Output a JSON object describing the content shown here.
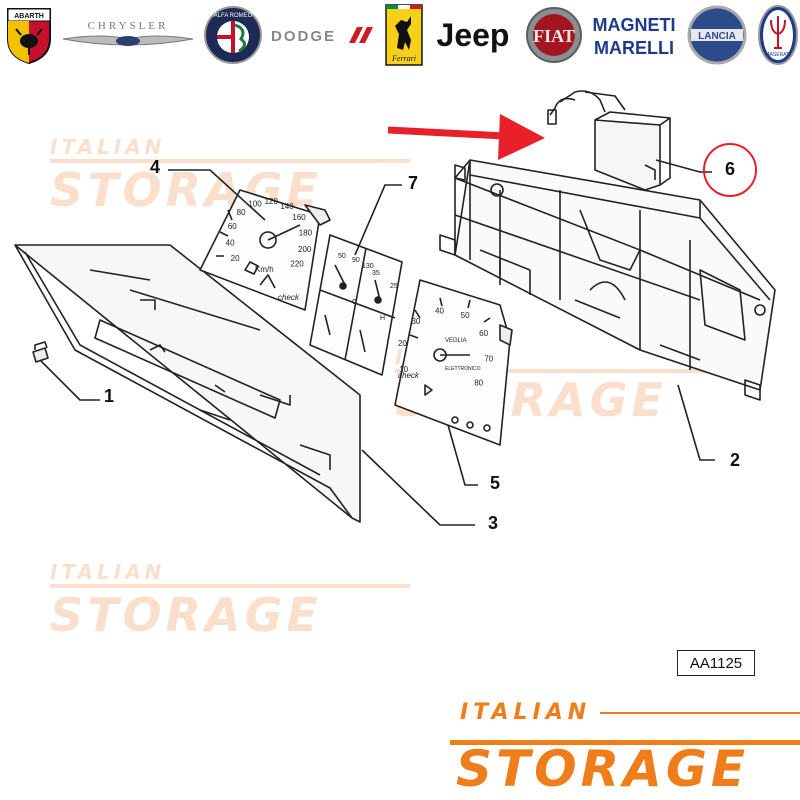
{
  "brands": {
    "abarth": "ABARTH",
    "chrysler": "CHRYSLER",
    "alfa_romeo": "ALFA ROMEO",
    "dodge": "DODGE",
    "ferrari": "Ferrari",
    "jeep": "Jeep",
    "fiat": "FIAT",
    "magneti_marelli_1": "MAGNETI",
    "magneti_marelli_2": "MARELLI",
    "lancia": "LANCIA",
    "maserati": "MASERATI"
  },
  "watermark": {
    "top": "ITALIAN",
    "bottom": "STORAGE"
  },
  "callouts": {
    "c1": "1",
    "c2": "2",
    "c3": "3",
    "c4": "4",
    "c5": "5",
    "c6": "6",
    "c7": "7"
  },
  "gauges": {
    "speedo_unit": "Km/h",
    "speedo_check": "check",
    "speedo_ticks": [
      "20",
      "40",
      "60",
      "80",
      "100",
      "120",
      "140",
      "160",
      "180",
      "200",
      "220"
    ],
    "tacho_ticks": [
      "10",
      "20",
      "30",
      "40",
      "50",
      "60",
      "70",
      "80"
    ],
    "tacho_label": "VEGLIA",
    "tacho_sub": "ELETTRONICO",
    "tacho_check": "check",
    "aux_ticks": [
      "50",
      "90",
      "130",
      "35",
      "25",
      "C",
      "H"
    ]
  },
  "reference_code": "AA1125",
  "footer": {
    "top": "ITALIAN",
    "bottom": "STORAGE"
  },
  "colors": {
    "accent": "#ef7d1a",
    "arrow": "#e8202a",
    "callout_ring": "#e8202a",
    "watermark": "#f7c8a4",
    "line": "#222222"
  }
}
